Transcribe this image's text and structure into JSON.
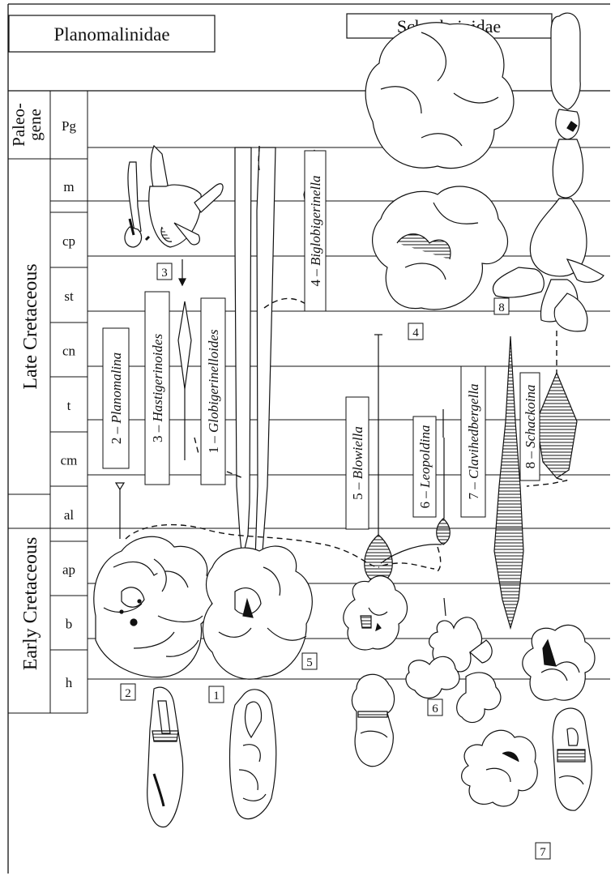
{
  "families": {
    "left": "Planomalinidae",
    "right": "Schackoinidae"
  },
  "periods": [
    {
      "name": "Paleo-",
      "name2": "gene"
    },
    {
      "name": "Late Cretaceous"
    },
    {
      "name": "Early Cretaceous"
    }
  ],
  "stages": [
    "Pg",
    "m",
    "cp",
    "st",
    "cn",
    "t",
    "cm",
    "al",
    "ap",
    "b",
    "h"
  ],
  "genera": [
    {
      "num": "1",
      "label": "1 – Globigerinelloides"
    },
    {
      "num": "2",
      "label": "2 – Planomalina"
    },
    {
      "num": "3",
      "label": "3 – Hastigerinoides"
    },
    {
      "num": "4",
      "label": "4 – Biglobigerinella"
    },
    {
      "num": "5",
      "label": "5 – Blowiella"
    },
    {
      "num": "6",
      "label": "6 – Leopoldina"
    },
    {
      "num": "7",
      "label": "7 – Clavihedbergella"
    },
    {
      "num": "8",
      "label": "8 – Schackoina"
    }
  ],
  "colors": {
    "ink": "#111111",
    "paper": "#ffffff"
  }
}
